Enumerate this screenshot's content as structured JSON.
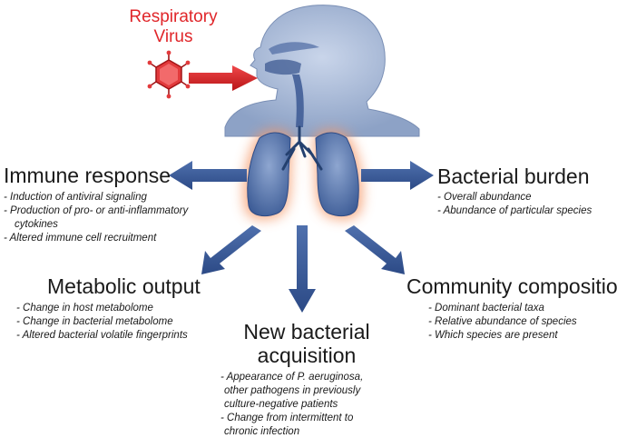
{
  "virus": {
    "line1": "Respiratory",
    "line2": "Virus",
    "color": "#e0262a"
  },
  "colors": {
    "arrow": "#3b5a96",
    "body": "#8fa4c8",
    "lung": "#5f7db0",
    "glow": "#f5a878"
  },
  "sections": {
    "immune": {
      "title": "Immune response",
      "items": [
        "- Induction of antiviral signaling",
        "- Production of pro- or anti-inflammatory",
        "  cytokines",
        "- Altered immune cell recruitment"
      ]
    },
    "burden": {
      "title": "Bacterial burden",
      "items": [
        "- Overall abundance",
        "- Abundance of particular species"
      ]
    },
    "metabolic": {
      "title": "Metabolic output",
      "items": [
        "- Change in host metabolome",
        "- Change in bacterial metabolome",
        "- Altered bacterial volatile fingerprints"
      ]
    },
    "community": {
      "title": "Community composition",
      "items": [
        "- Dominant bacterial taxa",
        "- Relative abundance of species",
        "- Which species are present"
      ]
    },
    "acquisition": {
      "title_line1": "New bacterial",
      "title_line2": "acquisition",
      "items": [
        "- Appearance of P. aeruginosa,",
        "other pathogens in previously",
        "culture-negative patients",
        "- Change from intermittent to",
        "chronic infection"
      ]
    }
  }
}
